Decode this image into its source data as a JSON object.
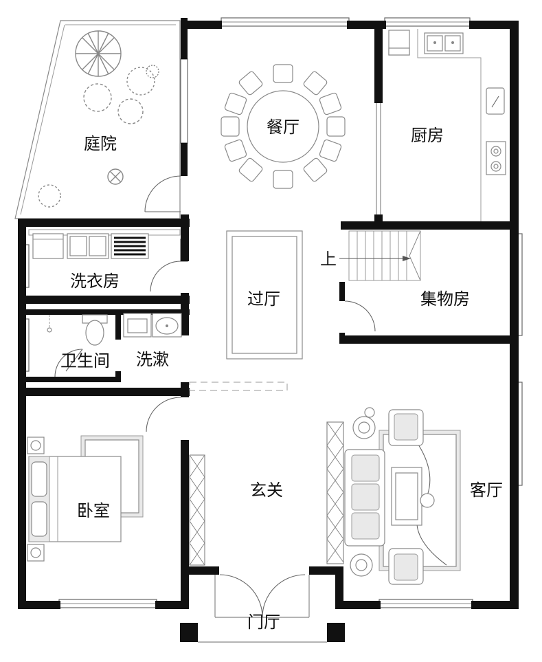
{
  "rooms": {
    "courtyard": "庭院",
    "dining": "餐厅",
    "kitchen": "厨房",
    "laundry": "洗衣房",
    "hall": "过厅",
    "storage": "集物房",
    "toilet": "卫生间",
    "wash": "洗漱",
    "bedroom": "卧室",
    "foyer": "玄关",
    "living": "客厅",
    "porch": "门厅"
  },
  "stair_label": "上"
}
